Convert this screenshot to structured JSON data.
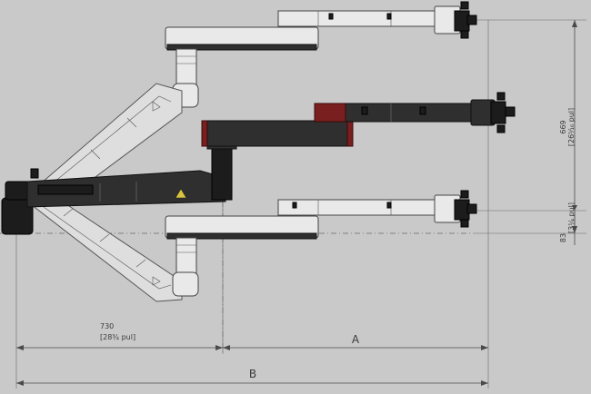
{
  "dimensions": {
    "width_730": {
      "value": "730",
      "imperial": "[28¾ pul]"
    },
    "height_669": {
      "value": "669",
      "imperial": "[26⁵⁄₁₆ pul]"
    },
    "offset_83": {
      "value": "83",
      "imperial": "[3¼ pul]"
    },
    "label_a": "A",
    "label_b": "B"
  },
  "colors": {
    "background": "#c9c9c9",
    "arm_dark": "#2f2f2f",
    "arm_light": "#e9e9e9",
    "accent_red": "#7a1f1f"
  }
}
